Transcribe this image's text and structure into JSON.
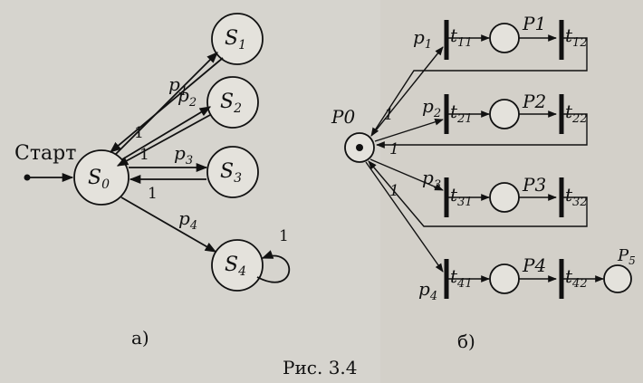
{
  "figure": {
    "caption": "Рис. 3.4",
    "label_a": "а)",
    "label_b": "б)"
  },
  "diagram_a": {
    "start": "Старт",
    "s0": "S",
    "s0_sub": "0",
    "states": [
      {
        "name": "S",
        "sub": "1",
        "p": "p",
        "p_sub": "1",
        "back": ""
      },
      {
        "name": "S",
        "sub": "2",
        "p": "p",
        "p_sub": "2",
        "back": "1"
      },
      {
        "name": "S",
        "sub": "3",
        "p": "p",
        "p_sub": "3",
        "back": "1"
      },
      {
        "name": "S",
        "sub": "4",
        "p": "p",
        "p_sub": "4",
        "back": "1"
      }
    ],
    "back_top": "1",
    "loop_label": "1"
  },
  "diagram_b": {
    "p0": "P0",
    "p5": "P",
    "p5_sub": "5",
    "rows": [
      {
        "p": "p",
        "p_sub": "1",
        "t1": "t",
        "t1_sub": "11",
        "place": "P1",
        "t2": "t",
        "t2_sub": "12",
        "ret": "1"
      },
      {
        "p": "p",
        "p_sub": "2",
        "t1": "t",
        "t1_sub": "21",
        "place": "P2",
        "t2": "t",
        "t2_sub": "22",
        "ret": "1"
      },
      {
        "p": "p",
        "p_sub": "3",
        "t1": "t",
        "t1_sub": "31",
        "place": "P3",
        "t2": "t",
        "t2_sub": "32",
        "ret": "1"
      },
      {
        "p": "p",
        "p_sub": "4",
        "t1": "t",
        "t1_sub": "41",
        "place": "P4",
        "t2": "t",
        "t2_sub": "42",
        "ret": ""
      }
    ]
  }
}
